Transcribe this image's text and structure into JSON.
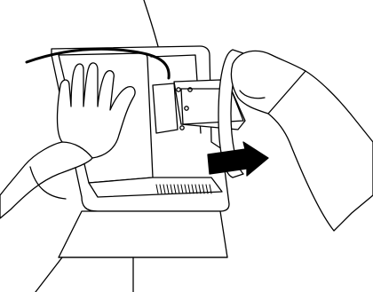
{
  "figure": {
    "objects": [
      "monitor-back",
      "monitor-stand",
      "power-cable",
      "left-hand",
      "right-hand",
      "removal-arrow"
    ],
    "colors": {
      "line": "#000000",
      "fill": "#ffffff",
      "arrow": "#000000"
    }
  }
}
